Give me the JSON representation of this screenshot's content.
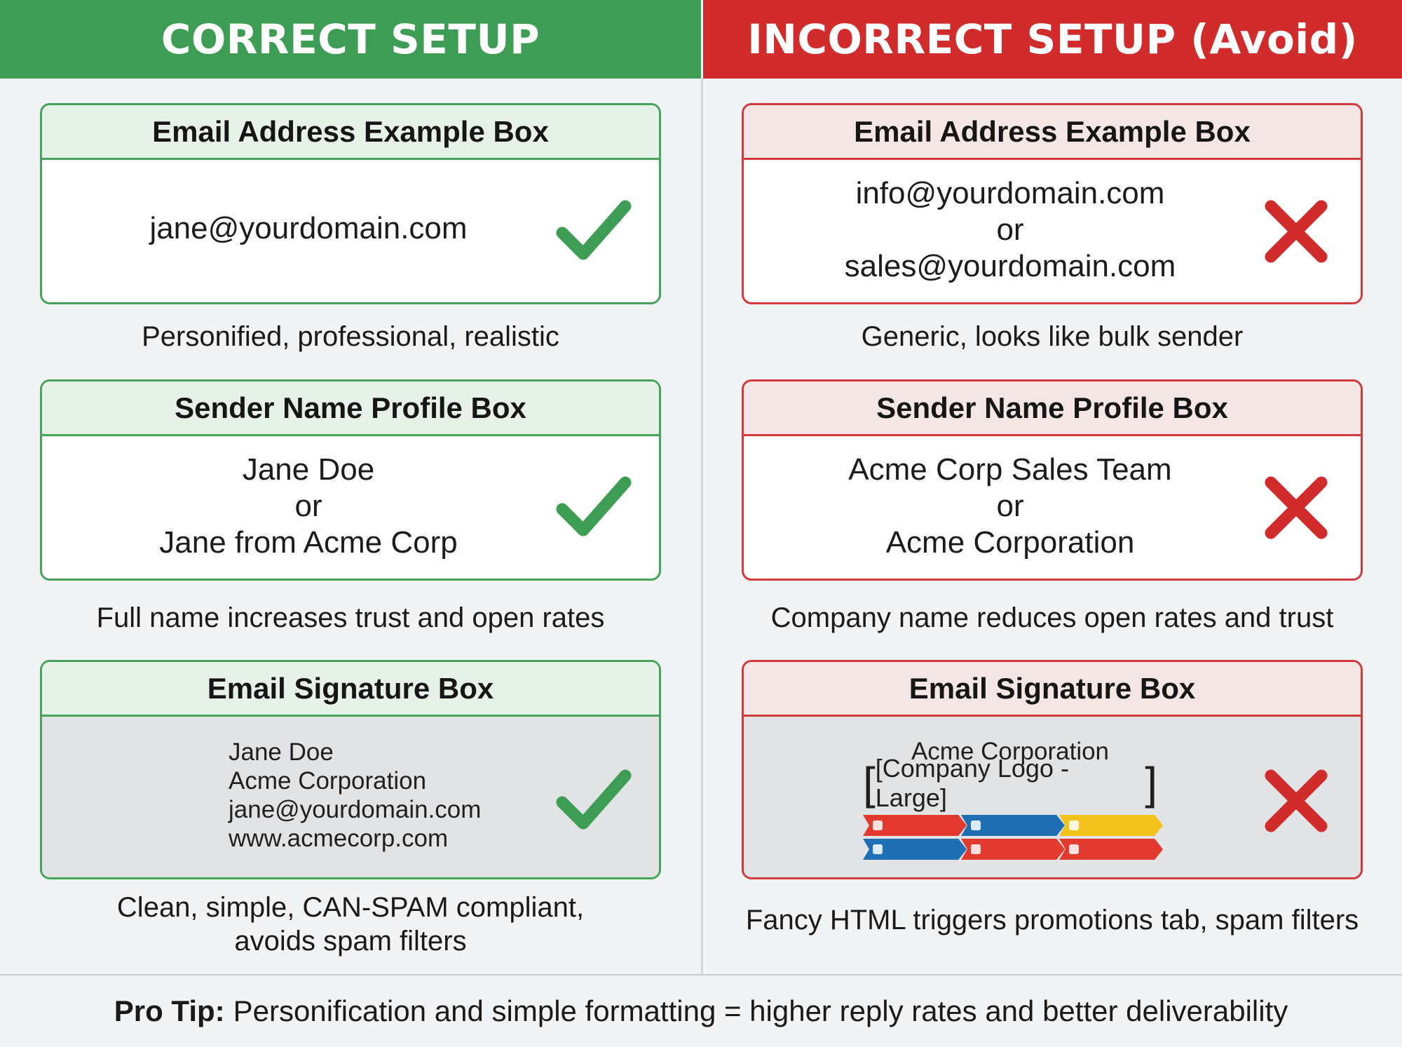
{
  "left": {
    "header": "CORRECT SETUP",
    "email_box": {
      "title": "Email Address Example Box",
      "lines": [
        "jane@yourdomain.com"
      ],
      "caption": "Personified, professional, realistic"
    },
    "sender_box": {
      "title": "Sender Name Profile Box",
      "lines": [
        "Jane Doe",
        "or",
        "Jane from Acme Corp"
      ],
      "caption": "Full name increases trust and open rates"
    },
    "signature_box": {
      "title": "Email Signature Box",
      "lines": [
        "Jane Doe",
        "Acme Corporation",
        "jane@yourdomain.com",
        "www.acmecorp.com"
      ],
      "caption_lines": [
        "Clean, simple, CAN-SPAM compliant,",
        "avoids spam filters"
      ]
    },
    "mark_icon": "checkmark-icon",
    "accent_color": "#3d9d55"
  },
  "right": {
    "header": "INCORRECT SETUP (Avoid)",
    "email_box": {
      "title": "Email Address Example Box",
      "lines": [
        "info@yourdomain.com",
        "or",
        "sales@yourdomain.com"
      ],
      "caption": "Generic, looks like bulk sender"
    },
    "sender_box": {
      "title": "Sender Name Profile Box",
      "lines": [
        "Acme Corp Sales Team",
        "or",
        "Acme Corporation"
      ],
      "caption": "Company name reduces open rates and trust"
    },
    "signature_box": {
      "title": "Email Signature Box",
      "company": "Acme Corporation",
      "logo_placeholder": "[Company Logo - Large]",
      "caption": "Fancy HTML triggers promotions tab, spam filters"
    },
    "mark_icon": "x-mark-icon",
    "accent_color": "#d22b2b"
  },
  "footer": {
    "label": "Pro Tip:",
    "text": "Personification and simple formatting = higher reply rates and better deliverability"
  }
}
